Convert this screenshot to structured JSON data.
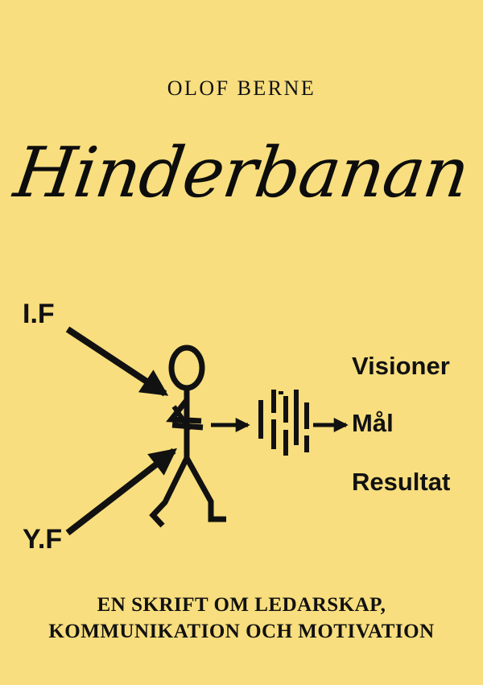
{
  "cover": {
    "background_color": "#f8de7e",
    "ink_color": "#111111",
    "author": "OLOF BERNE",
    "title": "Hinderbanan",
    "subtitle_line1": "EN SKRIFT OM LEDARSKAP,",
    "subtitle_line2": "KOMMUNIKATION OCH MOTIVATION"
  },
  "diagram": {
    "left_labels": [
      {
        "text": "I.F",
        "name": "label-if"
      },
      {
        "text": "Y.F",
        "name": "label-yf"
      }
    ],
    "right_labels": [
      {
        "text": "Visioner",
        "name": "label-visioner"
      },
      {
        "text": "Mål",
        "name": "label-mal"
      },
      {
        "text": "Resultat",
        "name": "label-resultat"
      }
    ],
    "figure": "stick-figure-walking",
    "obstacle": "vertical-bars-barrier",
    "arrows": [
      {
        "name": "arrow-if-to-figure",
        "direction": "down-right"
      },
      {
        "name": "arrow-yf-to-figure",
        "direction": "up-right"
      },
      {
        "name": "arrow-figure-to-barrier",
        "direction": "right"
      },
      {
        "name": "arrow-barrier-to-goals",
        "direction": "right"
      }
    ]
  }
}
